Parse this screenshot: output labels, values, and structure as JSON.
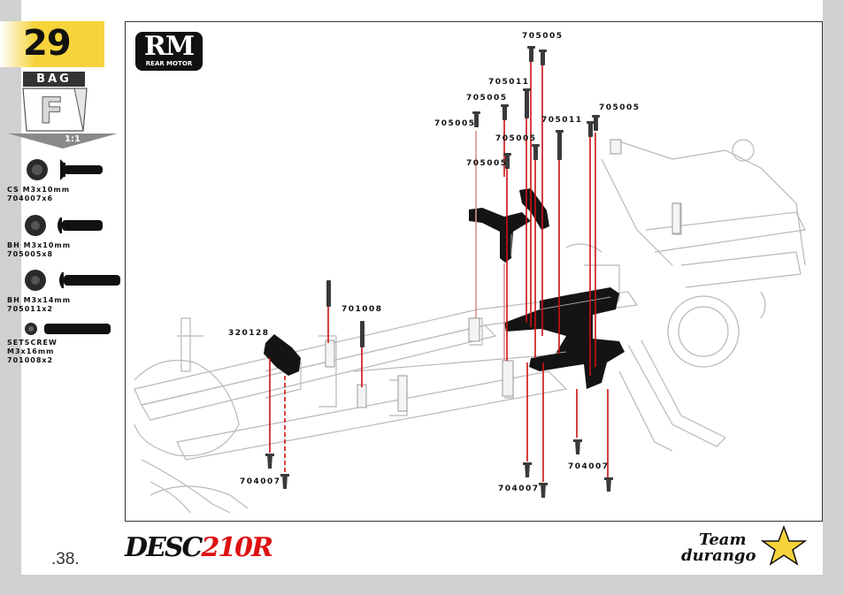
{
  "step": {
    "number": "29"
  },
  "bag": {
    "label": "BAG",
    "letter": "F"
  },
  "scale": {
    "label": "1:1"
  },
  "hardware": [
    {
      "name": "CS M3x10mm",
      "code": "704007x6"
    },
    {
      "name": "BH M3x10mm",
      "code": "705005x8"
    },
    {
      "name": "BH M3x14mm",
      "code": "705011x2"
    },
    {
      "name": "SETSCREW",
      "size": "M3x16mm",
      "code": "701008x2"
    }
  ],
  "badge": {
    "big": "RM",
    "small": "REAR MOTOR"
  },
  "callouts": [
    "705005",
    "705011",
    "705005",
    "705005",
    "705011",
    "705005",
    "705005",
    "705005",
    "701008",
    "320128",
    "704007",
    "704007",
    "704007"
  ],
  "footer": {
    "page": ".38.",
    "logo_main": "DESC",
    "logo_red": "210",
    "logo_suffix": "R",
    "brand_line1": "Team",
    "brand_line2": "durango"
  },
  "colors": {
    "accent": "#f6d33b",
    "callout_line": "#cc1111",
    "dark": "#111111"
  }
}
